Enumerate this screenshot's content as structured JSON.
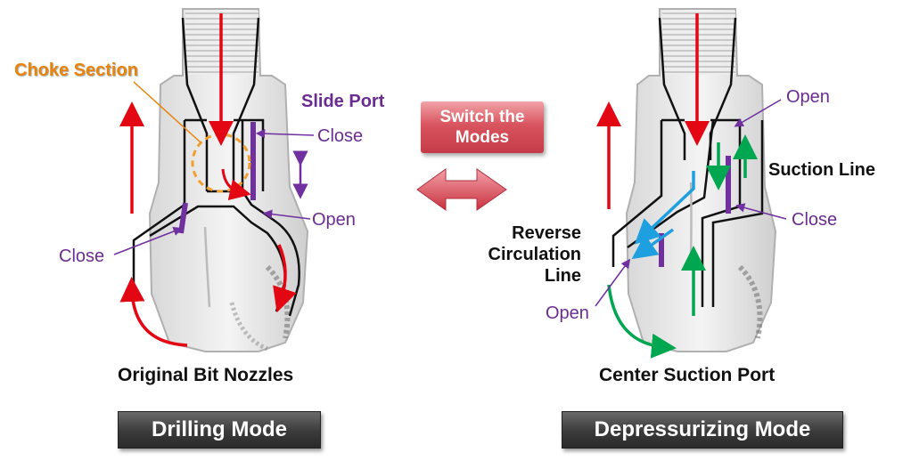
{
  "left": {
    "choke_section": "Choke Section",
    "slide_port": "Slide Port",
    "close_upper": "Close",
    "open": "Open",
    "close_lower": "Close",
    "caption": "Original Bit Nozzles",
    "mode": "Drilling Mode"
  },
  "center": {
    "switch_line1": "Switch the",
    "switch_line2": "Modes"
  },
  "right": {
    "open_upper": "Open",
    "suction_line": "Suction Line",
    "close": "Close",
    "reverse_line1": "Reverse",
    "reverse_line2": "Circulation",
    "reverse_line3": "Line",
    "open_lower": "Open",
    "caption": "Center Suction Port",
    "mode": "Depressurizing Mode"
  },
  "colors": {
    "flow_red": "#e30613",
    "sleeve_purple": "#7030a0",
    "suction_green": "#00a650",
    "reverse_blue": "#1ea0e0",
    "choke_orange": "#f0a030",
    "switch_red": "#d8545e"
  }
}
